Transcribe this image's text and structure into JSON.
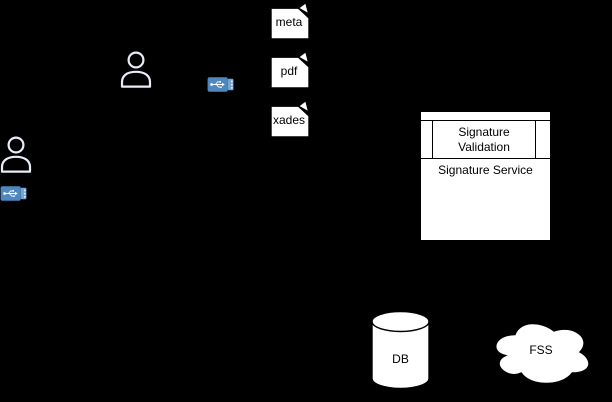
{
  "canvas": {
    "background_color": "#000000",
    "shape_fill_color": "#ffffff",
    "shape_line_color": "#000000",
    "text_color": "#000000"
  },
  "actors": {
    "stroke_color": "#e8ecf8",
    "items": [
      {
        "name": "user-top"
      },
      {
        "name": "user-bottom"
      }
    ]
  },
  "usb_icons": {
    "body_color": "#4e88bf",
    "cap_color": "#76a5d2",
    "symbol_color": "#ffffff",
    "count": 2
  },
  "documents": [
    {
      "label": "meta"
    },
    {
      "label": "pdf"
    },
    {
      "label": "xades"
    }
  ],
  "signature_service": {
    "validation_label": "Signature Validation",
    "title": "Signature Service"
  },
  "database": {
    "label": "DB"
  },
  "cloud": {
    "label": "FSS"
  }
}
